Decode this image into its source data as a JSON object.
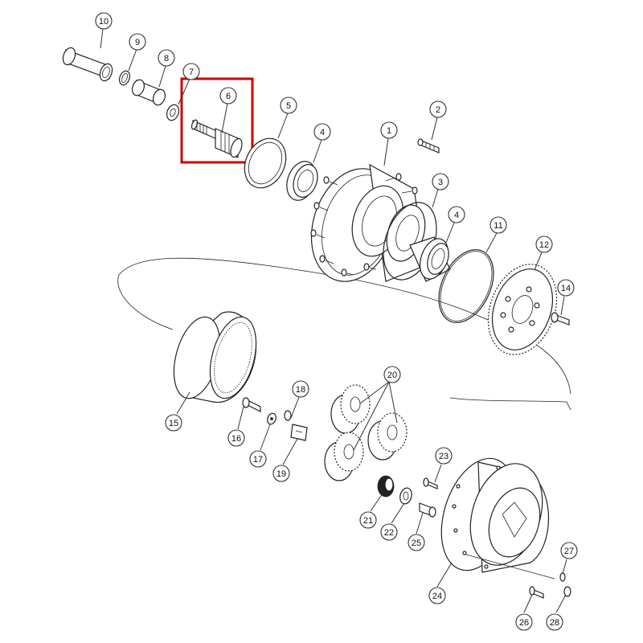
{
  "diagram": {
    "highlight_color": "#d00000",
    "highlight_callout_color": "#c9a227",
    "callouts": [
      {
        "id": "c10",
        "label": "10"
      },
      {
        "id": "c9",
        "label": "9"
      },
      {
        "id": "c8",
        "label": "8"
      },
      {
        "id": "c7",
        "label": "7"
      },
      {
        "id": "c6",
        "label": "6",
        "highlight": true
      },
      {
        "id": "c5",
        "label": "5"
      },
      {
        "id": "c4a",
        "label": "4"
      },
      {
        "id": "c1",
        "label": "1"
      },
      {
        "id": "c2",
        "label": "2"
      },
      {
        "id": "c3",
        "label": "3"
      },
      {
        "id": "c4b",
        "label": "4"
      },
      {
        "id": "c11",
        "label": "11"
      },
      {
        "id": "c12",
        "label": "12"
      },
      {
        "id": "c14",
        "label": "14"
      },
      {
        "id": "c15",
        "label": "15"
      },
      {
        "id": "c16",
        "label": "16"
      },
      {
        "id": "c17",
        "label": "17"
      },
      {
        "id": "c18",
        "label": "18"
      },
      {
        "id": "c19",
        "label": "19"
      },
      {
        "id": "c20",
        "label": "20"
      },
      {
        "id": "c21",
        "label": "21"
      },
      {
        "id": "c22",
        "label": "22"
      },
      {
        "id": "c23",
        "label": "23"
      },
      {
        "id": "c24",
        "label": "24"
      },
      {
        "id": "c25",
        "label": "25"
      },
      {
        "id": "c26",
        "label": "26"
      },
      {
        "id": "c27",
        "label": "27"
      },
      {
        "id": "c28",
        "label": "28"
      }
    ]
  }
}
